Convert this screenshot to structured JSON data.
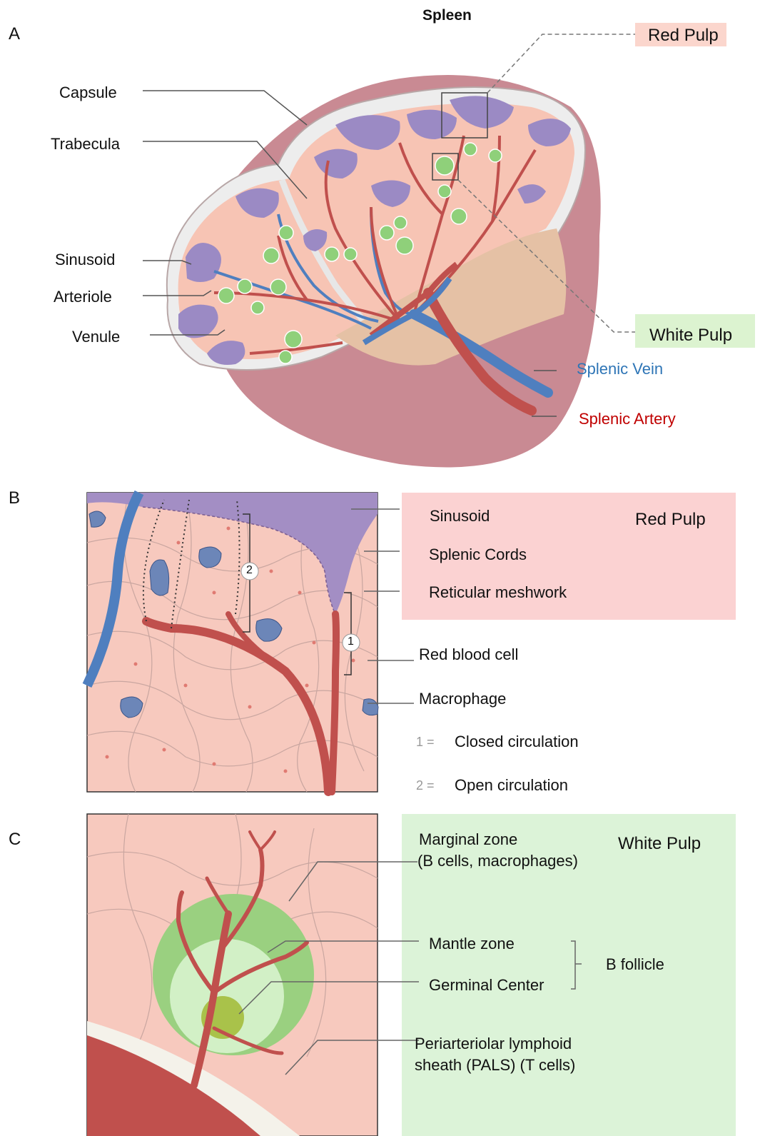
{
  "title": "Spleen",
  "panels": {
    "a": {
      "letter": "A",
      "labels": {
        "capsule": "Capsule",
        "trabecula": "Trabecula",
        "sinusoid": "Sinusoid",
        "arteriole": "Arteriole",
        "venule": "Venule",
        "red_pulp": "Red Pulp",
        "white_pulp": "White Pulp",
        "splenic_vein": "Splenic Vein",
        "splenic_artery": "Splenic Artery"
      }
    },
    "b": {
      "letter": "B",
      "box_title": "Red Pulp",
      "labels": {
        "sinusoid": "Sinusoid",
        "splenic_cords": "Splenic Cords",
        "reticular_meshwork": "Reticular meshwork",
        "red_blood_cell": "Red blood cell",
        "macrophage": "Macrophage"
      },
      "marker_1": "1",
      "marker_2": "2",
      "legend": [
        {
          "key": "1 =",
          "text": "Closed circulation"
        },
        {
          "key": "2 =",
          "text": "Open circulation"
        }
      ]
    },
    "c": {
      "letter": "C",
      "box_title": "White Pulp",
      "labels": {
        "marginal_zone_1": "Marginal zone",
        "marginal_zone_2": "(B cells, macrophages)",
        "mantle_zone": "Mantle zone",
        "germinal_center": "Germinal Center",
        "b_follicle": "B follicle",
        "pals_1": "Periarteriolar lymphoid",
        "pals_2": "sheath (PALS) (T cells)"
      }
    }
  },
  "colors": {
    "red_pulp_box": "#fbd2d2",
    "white_pulp_box": "#dcf3d8",
    "tissue": "#f7c4b4",
    "capsule": "#f2e6e6",
    "artery": "#c0504d",
    "vein": "#4f7fbf",
    "sinusoid": "#9b8ac4",
    "follicle": "#8fd07a",
    "splenic_vein_text": "#2e75b6",
    "splenic_artery_text": "#c00000"
  }
}
